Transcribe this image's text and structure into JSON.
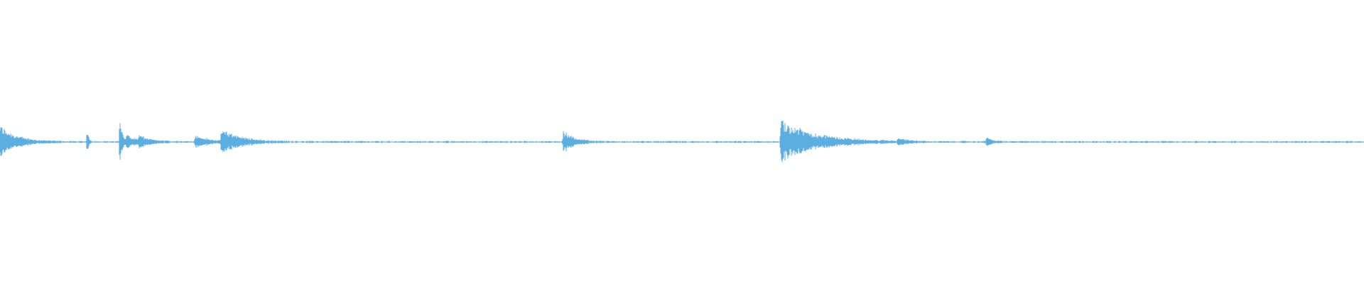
{
  "waveform": {
    "color": "#5AAEE0",
    "background": "#FFFFFF",
    "bursts": [
      {
        "at": 0.0,
        "amplitude": 0.06,
        "decay": 0.012
      },
      {
        "at": 0.064,
        "amplitude": 0.05,
        "decay": 0.001
      },
      {
        "at": 0.088,
        "amplitude": 0.085,
        "decay": 0.002
      },
      {
        "at": 0.093,
        "amplitude": 0.022,
        "decay": 0.01
      },
      {
        "at": 0.102,
        "amplitude": 0.018,
        "decay": 0.006
      },
      {
        "at": 0.143,
        "amplitude": 0.025,
        "decay": 0.01
      },
      {
        "at": 0.162,
        "amplitude": 0.048,
        "decay": 0.014
      },
      {
        "at": 0.413,
        "amplitude": 0.04,
        "decay": 0.008
      },
      {
        "at": 0.572,
        "amplitude": 0.08,
        "decay": 0.026
      },
      {
        "at": 0.658,
        "amplitude": 0.014,
        "decay": 0.006
      },
      {
        "at": 0.723,
        "amplitude": 0.02,
        "decay": 0.004
      }
    ],
    "baseline_noise": 0.004
  }
}
